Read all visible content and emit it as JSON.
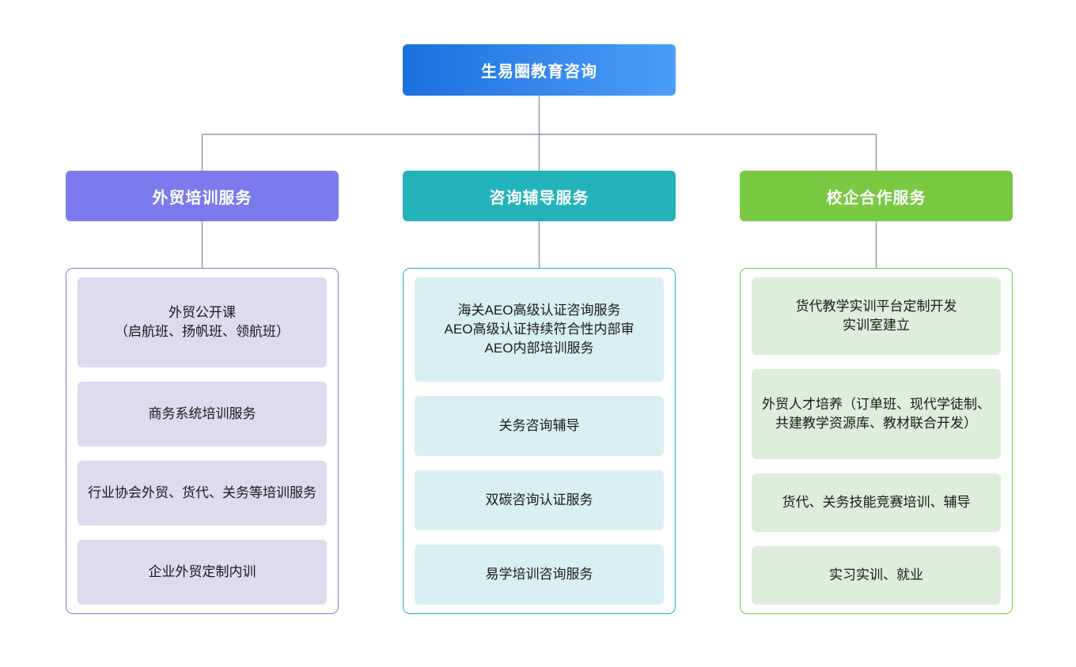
{
  "chart_data": {
    "type": "diagram",
    "diagram_kind": "organization-tree",
    "title": "生易圈教育咨询",
    "levels": 3,
    "root": {
      "label": "生易圈教育咨询",
      "gradient_from": "#1C6FE0",
      "gradient_to": "#4D9EF8",
      "text_color": "#FFFFFF"
    },
    "connector_color": "#8A99A8",
    "branches": [
      {
        "label": "外贸培训服务",
        "header_color": "#7B7BEE",
        "container_border": "#7B7BEE",
        "card_fill": "#DEDAF0",
        "text_color": "#FFFFFF",
        "items": [
          "外贸公开课\n（启航班、扬帆班、领航班）",
          "商务系统培训服务",
          "行业协会外贸、货代、关务等培训服务",
          "企业外贸定制内训"
        ]
      },
      {
        "label": "咨询辅导服务",
        "header_color": "#22B3BB",
        "container_border": "#22B3BB",
        "card_fill": "#D9F0F2",
        "text_color": "#FFFFFF",
        "items": [
          "海关AEO高级认证咨询服务\nAEO高级认证持续符合性内部审\nAEO内部培训服务",
          "关务咨询辅导",
          "双碳咨询认证服务",
          "易学培训咨询服务"
        ]
      },
      {
        "label": "校企合作服务",
        "header_color": "#7AC943",
        "container_border": "#7AC943",
        "card_fill": "#DDEEDB",
        "text_color": "#FFFFFF",
        "items": [
          "货代教学实训平台定制开发\n实训室建立",
          "外贸人才培养（订单班、现代学徒制、共建教学资源库、教材联合开发）",
          "货代、关务技能竞赛培训、辅导",
          "实习实训、就业"
        ]
      }
    ]
  }
}
